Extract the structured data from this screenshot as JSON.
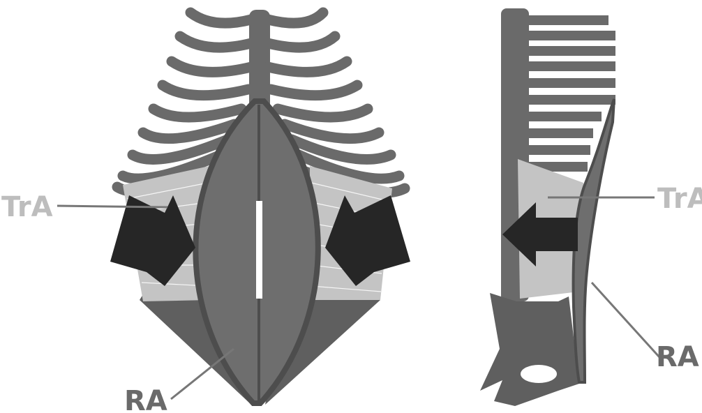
{
  "labels": {
    "front_tra": "TrA",
    "front_ra": "RA",
    "side_tra": "TrA",
    "side_ra": "RA"
  },
  "colors": {
    "bone": "#696969",
    "muscle_dark": "#5f5f5f",
    "muscle_light": "#c4c4c4",
    "muscle_mid": "#7a7a7a",
    "arrow": "#262626",
    "label_light": "#bdbdbd",
    "label_dark": "#6a6a6a",
    "outline": "#4d4d4d",
    "white": "#ffffff"
  }
}
